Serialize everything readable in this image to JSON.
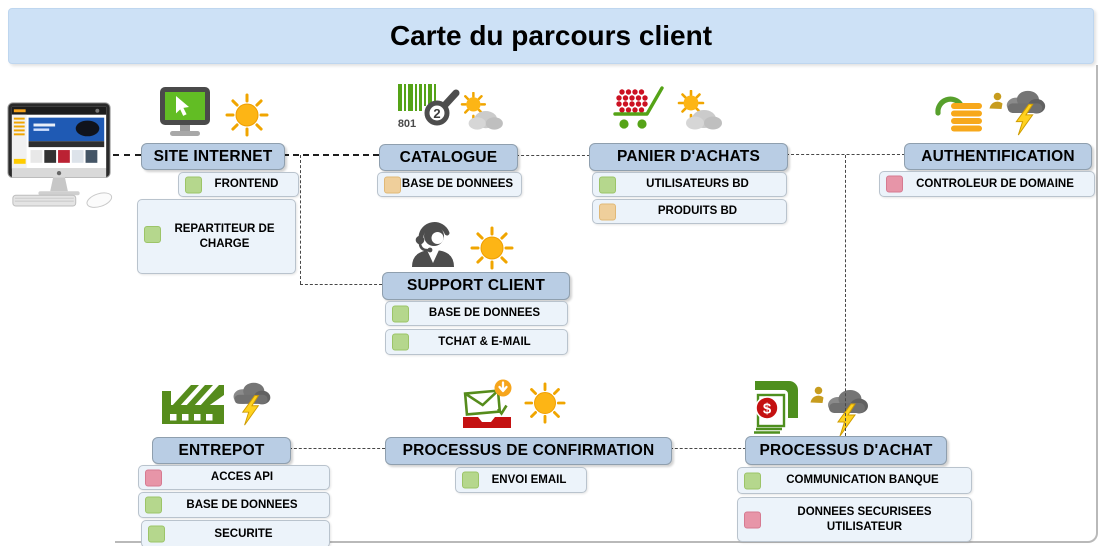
{
  "title": "Carte du parcours client",
  "colors": {
    "green": {
      "bg": "#b5d78d",
      "border": "#9cc468"
    },
    "orange": {
      "bg": "#efcf9b",
      "border": "#e0b877"
    },
    "pink": {
      "bg": "#e795a8",
      "border": "#d67a91"
    }
  },
  "theme": {
    "banner_bg": "#cde1f6",
    "header_bg": "#b9cde4",
    "item_bg": "#ecf3fa"
  },
  "icons": {
    "barcode_number": "801",
    "magnifier_number": "2",
    "dollar_sign": "$"
  },
  "nodes": [
    {
      "label": "SITE INTERNET",
      "icon": "computer-monitor-icon",
      "weather": "sun-icon",
      "items": [
        {
          "label": "FRONTEND",
          "color": "green"
        },
        {
          "label": "REPARTITEUR DE CHARGE",
          "color": "green"
        }
      ]
    },
    {
      "label": "CATALOGUE",
      "icon": "barcode-scan-icon",
      "weather": "sun-cloud-icon",
      "items": [
        {
          "label": "BASE DE DONNEES",
          "color": "orange"
        }
      ]
    },
    {
      "label": "PANIER D'ACHATS",
      "icon": "shopping-cart-icon",
      "weather": "sun-cloud-icon",
      "items": [
        {
          "label": "UTILISATEURS BD",
          "color": "green"
        },
        {
          "label": "PRODUITS BD",
          "color": "orange"
        }
      ]
    },
    {
      "label": "AUTHENTIFICATION",
      "icon": "open-lock-icon",
      "weather": "user-storm-cloud-icon",
      "items": [
        {
          "label": "CONTROLEUR DE DOMAINE",
          "color": "pink"
        }
      ]
    },
    {
      "label": "SUPPORT CLIENT",
      "icon": "support-agent-icon",
      "weather": "sun-icon",
      "items": [
        {
          "label": "BASE DE DONNEES",
          "color": "green"
        },
        {
          "label": "TCHAT & E-MAIL",
          "color": "green"
        }
      ]
    },
    {
      "label": "ENTREPOT",
      "icon": "factory-icon",
      "weather": "storm-cloud-icon",
      "items": [
        {
          "label": "ACCES API",
          "color": "pink"
        },
        {
          "label": "BASE DE DONNEES",
          "color": "green"
        },
        {
          "label": "SECURITE",
          "color": "green"
        }
      ]
    },
    {
      "label": "PROCESSUS DE CONFIRMATION",
      "icon": "email-received-icon",
      "weather": "sun-icon",
      "items": [
        {
          "label": "ENVOI EMAIL",
          "color": "green"
        }
      ]
    },
    {
      "label": "PROCESSUS D'ACHAT",
      "icon": "atm-payment-icon",
      "weather": "user-storm-cloud-icon",
      "items": [
        {
          "label": "COMMUNICATION BANQUE",
          "color": "green"
        },
        {
          "label": "DONNEES SECURISEES UTILISATEUR",
          "color": "pink"
        }
      ]
    }
  ]
}
